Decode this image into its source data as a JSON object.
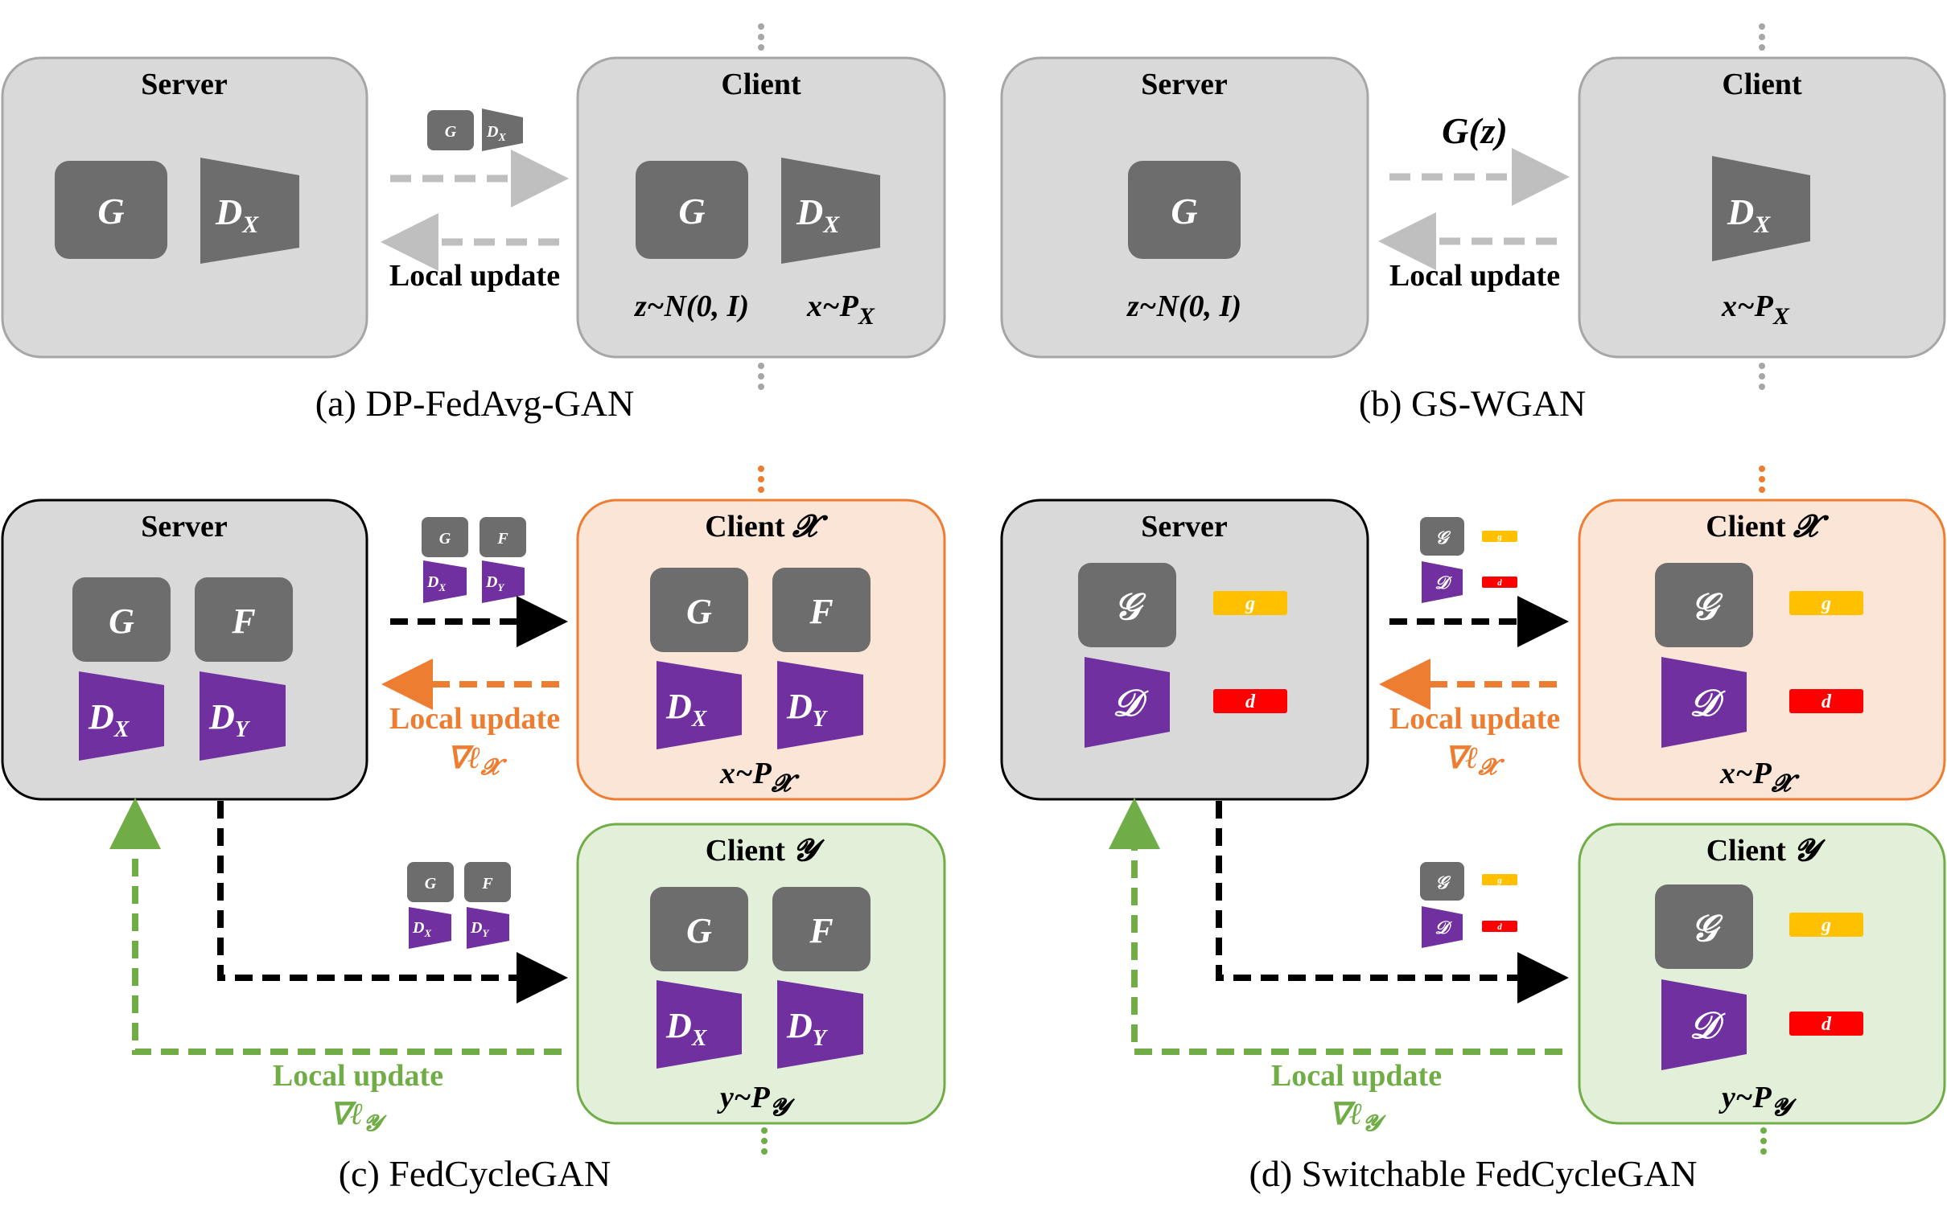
{
  "colors": {
    "panel_gray": "#d9d9d9",
    "panel_peach": "#fbe5d6",
    "panel_green": "#e2f0d9",
    "block_dark": "#6d6d6d",
    "discriminator_purple": "#7030a0",
    "orange": "#ed7d31",
    "green": "#70ad47",
    "arrow_gray": "#bfbfbf",
    "black": "#000000",
    "gold": "#ffc000",
    "red": "#ff0000"
  },
  "panels": {
    "a": {
      "caption": "(a) DP-FedAvg-GAN",
      "server_title": "Server",
      "client_title": "Client",
      "server_g": "G",
      "server_d": "D",
      "server_d_sub": "X",
      "client_g": "G",
      "client_d": "D",
      "client_d_sub": "X",
      "noise_label": "z~N(0, I)",
      "data_label_main": "x~P",
      "data_label_sub": "X",
      "msg_g": "G",
      "msg_d": "D",
      "msg_d_sub": "X",
      "return_label": "Local update"
    },
    "b": {
      "caption": "(b) GS-WGAN",
      "server_title": "Server",
      "client_title": "Client",
      "server_g": "G",
      "client_d": "D",
      "client_d_sub": "X",
      "noise_label": "z~N(0, I)",
      "data_label_main": "x~P",
      "data_label_sub": "X",
      "forward_label": "G(z)",
      "return_label": "Local update"
    },
    "c": {
      "caption": "(c) FedCycleGAN",
      "server_title": "Server",
      "client_x_title": "Client",
      "client_x_symbol": "𝓧",
      "client_y_title": "Client",
      "client_y_symbol": "𝓨",
      "g": "G",
      "f": "F",
      "dx": "D",
      "dx_sub": "X",
      "dy": "D",
      "dy_sub": "Y",
      "data_x_main": "x~P",
      "data_x_sub": "𝓧",
      "data_y_main": "y~P",
      "data_y_sub": "𝓨",
      "return_x_label": "Local update",
      "return_x_grad": "∇ℓ",
      "return_x_grad_sub": "𝓧",
      "return_y_label": "Local update",
      "return_y_grad": "∇ℓ",
      "return_y_grad_sub": "𝓨"
    },
    "d": {
      "caption": "(d) Switchable FedCycleGAN",
      "server_title": "Server",
      "client_x_title": "Client",
      "client_x_symbol": "𝓧",
      "client_y_title": "Client",
      "client_y_symbol": "𝓨",
      "g": "𝒢",
      "d": "𝒟",
      "g_chip": "g",
      "d_chip": "d",
      "data_x_main": "x~P",
      "data_x_sub": "𝓧",
      "data_y_main": "y~P",
      "data_y_sub": "𝓨",
      "return_x_label": "Local update",
      "return_x_grad": "∇ℓ",
      "return_x_grad_sub": "𝓧",
      "return_y_label": "Local update",
      "return_y_grad": "∇ℓ",
      "return_y_grad_sub": "𝓨"
    }
  }
}
